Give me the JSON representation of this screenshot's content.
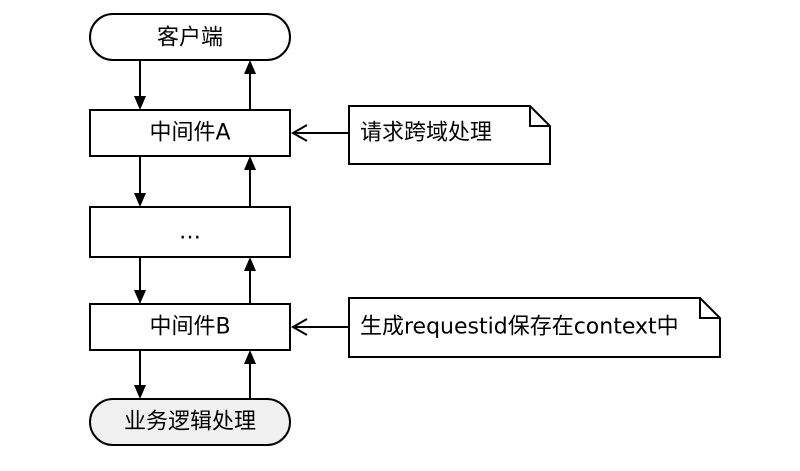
{
  "nodes": {
    "client": "客户端",
    "middleware_a": "中间件A",
    "ellipsis": "…",
    "middleware_b": "中间件B",
    "business": "业务逻辑处理"
  },
  "notes": {
    "note_a": "请求跨域处理",
    "note_b": "生成requestid保存在context中"
  },
  "colors": {
    "stroke": "#000000",
    "fill": "#ffffff",
    "terminal_fill": "#f0f0f0"
  }
}
